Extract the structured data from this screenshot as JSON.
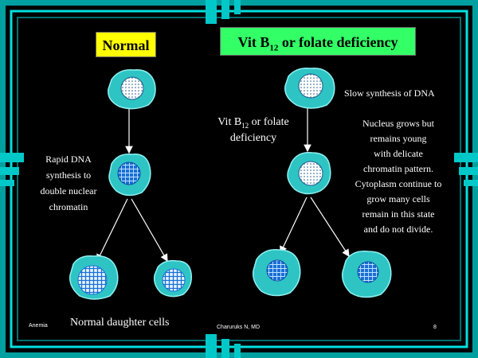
{
  "titles": {
    "normal": "Normal",
    "deficiency_pre": "Vit B",
    "deficiency_sub": "12",
    "deficiency_post": " or folate deficiency"
  },
  "labels": {
    "slow_synthesis": "Slow synthesis of DNA",
    "mid_line1_pre": "Vit B",
    "mid_line1_sub": "12",
    "mid_line1_post": " or folate",
    "mid_line2": "deficiency",
    "rapid": [
      "Rapid DNA",
      "synthesis to",
      "double nuclear",
      "chromatin"
    ],
    "nucleus_desc": [
      "Nucleus grows but",
      "remains young",
      "with delicate",
      "chromatin pattern.",
      "Cytoplasm continue to",
      "grow many cells",
      "remain in this state",
      "and do not divide."
    ],
    "daughter_cells": "Normal daughter cells"
  },
  "footer": {
    "left": "Anemia",
    "center": "Charuruks N, MD",
    "page": "8"
  },
  "colors": {
    "teal": "#00b3b3",
    "cytoplasm": "#2ec4c4",
    "nucleus_light": "#ffffff",
    "nucleus_blue": "#1a6fd6",
    "normal_box": "#ffff00",
    "deficiency_box": "#33ff66"
  }
}
